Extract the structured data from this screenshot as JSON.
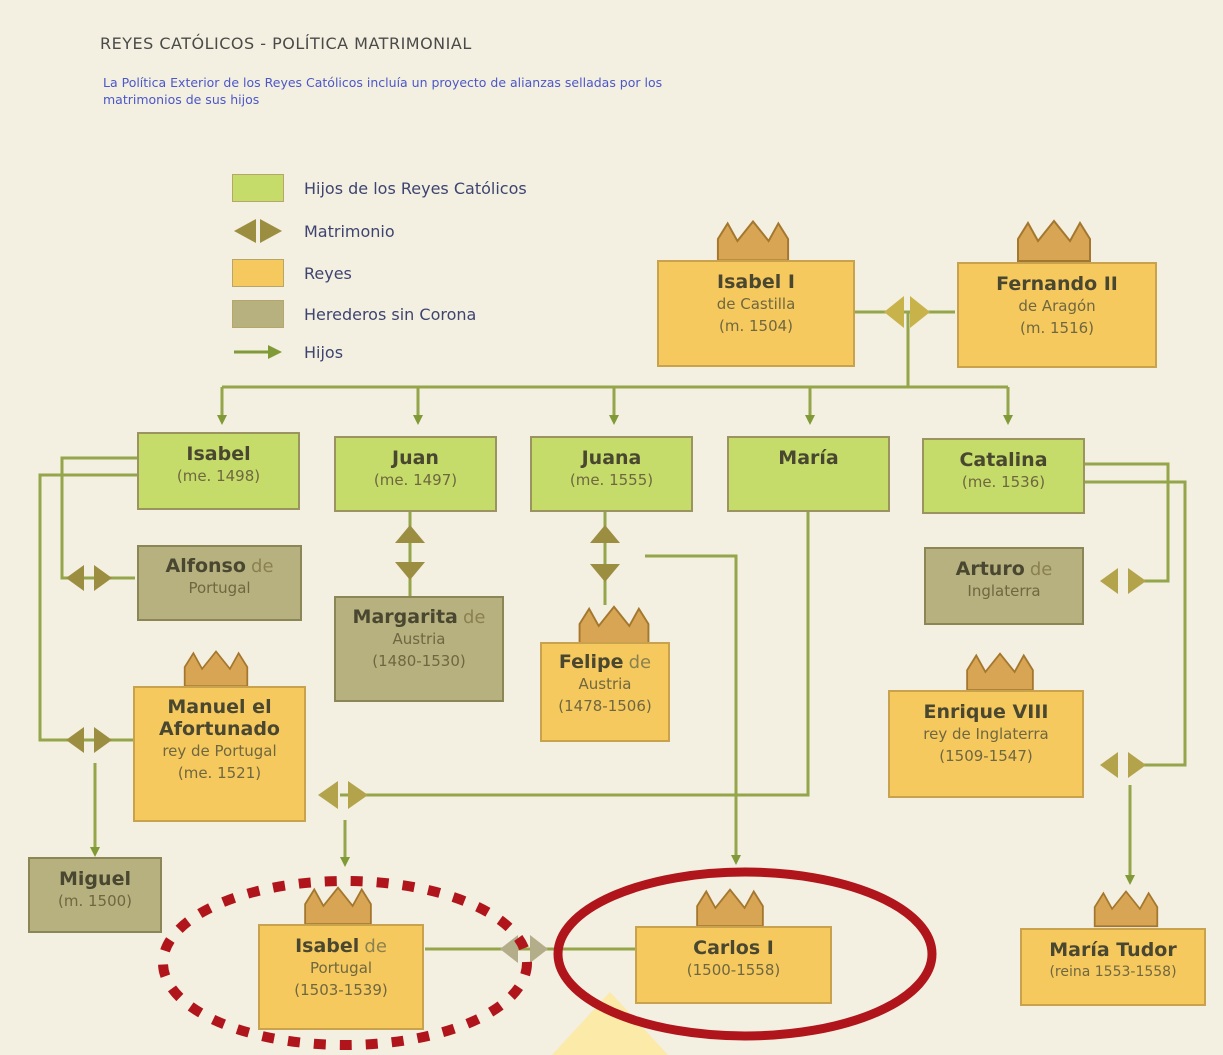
{
  "title": "REYES CATÓLICOS - POLÍTICA MATRIMONIAL",
  "subtitle": "La Política Exterior de los Reyes Católicos incluía un proyecto de alianzas selladas por los matrimonios de sus hijos",
  "legend": {
    "children": "Hijos de los Reyes Católicos",
    "marriage": "Matrimonio",
    "kings": "Reyes",
    "heirs": "Herederos sin Corona",
    "offspring": "Hijos"
  },
  "colors": {
    "children": "#c5dc6a",
    "kings": "#f6c95e",
    "heirs": "#b7b180",
    "line": "#8e9a3d",
    "annotation": "#b0151b"
  },
  "people": {
    "isabel_i": {
      "name": "Isabel I",
      "line1": "de Castilla",
      "line2": "(m. 1504)"
    },
    "fernando_ii": {
      "name": "Fernando II",
      "line1": "de Aragón",
      "line2": "(m. 1516)"
    },
    "isabel": {
      "name": "Isabel",
      "line1": "(me. 1498)"
    },
    "juan": {
      "name": "Juan",
      "line1": "(me. 1497)"
    },
    "juana": {
      "name": "Juana",
      "line1": "(me. 1555)"
    },
    "maria": {
      "name": "María"
    },
    "catalina": {
      "name": "Catalina",
      "line1": "(me. 1536)"
    },
    "alfonso": {
      "name": "Alfonso",
      "suffix": "de",
      "line1": "Portugal"
    },
    "margarita": {
      "name": "Margarita",
      "suffix": "de",
      "line1": "Austria",
      "line2": "(1480-1530)"
    },
    "felipe": {
      "name": "Felipe",
      "suffix": "de",
      "line1": "Austria",
      "line2": "(1478-1506)"
    },
    "arturo": {
      "name": "Arturo",
      "suffix": "de",
      "line1": "Inglaterra"
    },
    "manuel": {
      "name": "Manuel el",
      "name2": "Afortunado",
      "line1": "rey de Portugal",
      "line2": "(me. 1521)"
    },
    "enrique": {
      "name": "Enrique VIII",
      "line1": "rey de Inglaterra",
      "line2": "(1509-1547)"
    },
    "miguel": {
      "name": "Miguel",
      "line1": "(m. 1500)"
    },
    "isabel_portugal": {
      "name": "Isabel",
      "suffix": "de",
      "line1": "Portugal",
      "line2": "(1503-1539)"
    },
    "carlos": {
      "name": "Carlos I",
      "line1": "(1500-1558)"
    },
    "maria_tudor": {
      "name": "María Tudor",
      "line1": "(reina 1553-1558)"
    }
  }
}
